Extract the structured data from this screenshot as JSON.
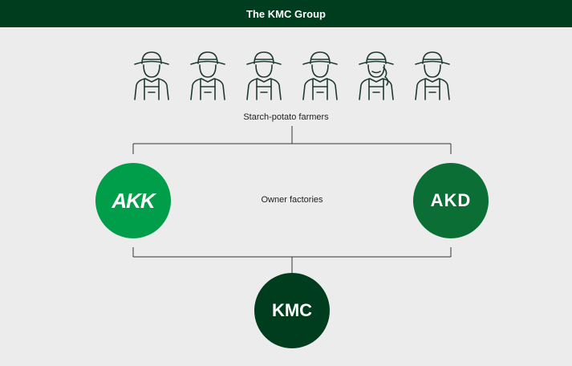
{
  "header": {
    "title": "The KMC Group"
  },
  "farmers": {
    "label": "Starch-potato farmers",
    "icons": [
      "farmer-icon",
      "farmer-icon",
      "farmer-icon",
      "farmer-icon",
      "farmer-woman-icon",
      "farmer-icon"
    ]
  },
  "owners": {
    "label": "Owner factories",
    "left": {
      "name": "AKK",
      "color": "#009e4a"
    },
    "right": {
      "name": "AKD",
      "color": "#0a6e35"
    }
  },
  "group": {
    "name": "KMC",
    "color": "#003d1f"
  },
  "colors": {
    "header_bg": "#003d1f",
    "line": "#333333",
    "icon_stroke": "#1f3a2e"
  }
}
